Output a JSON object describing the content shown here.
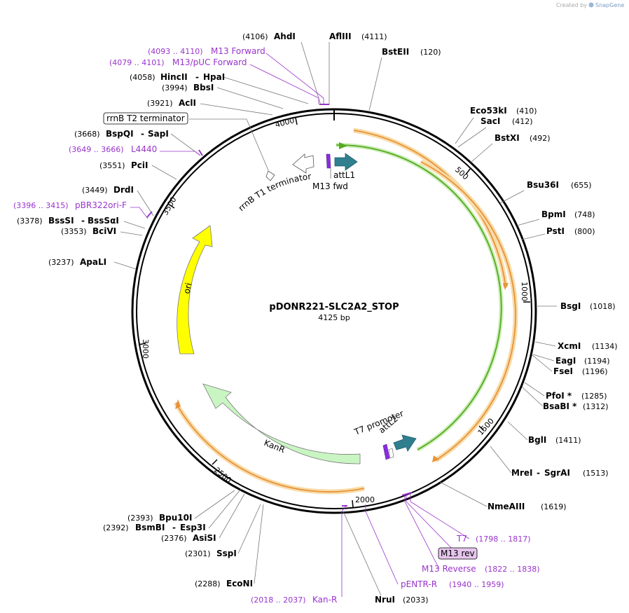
{
  "brand": "Created by",
  "brand_app": "SnapGene",
  "plasmid": {
    "name": "pDONR221-SLC2A2_STOP",
    "size": "4125 bp"
  },
  "ticks": [
    "500",
    "1000",
    "1500",
    "2000",
    "2500",
    "3000",
    "3500",
    "4000"
  ],
  "enzymes": [
    {
      "name": "AhdI",
      "pos": "(4106)"
    },
    {
      "name": "AflIII",
      "pos": "(4111)"
    },
    {
      "name": "BstEII",
      "pos": "(120)"
    },
    {
      "name": "Eco53kI",
      "pos": "(410)"
    },
    {
      "name": "SacI",
      "pos": "(412)"
    },
    {
      "name": "BstXI",
      "pos": "(492)"
    },
    {
      "name": "Bsu36I",
      "pos": "(655)"
    },
    {
      "name": "BpmI",
      "pos": "(748)"
    },
    {
      "name": "PstI",
      "pos": "(800)"
    },
    {
      "name": "BsgI",
      "pos": "(1018)"
    },
    {
      "name": "XcmI",
      "pos": "(1134)"
    },
    {
      "name": "EagI",
      "pos": "(1194)"
    },
    {
      "name": "FseI",
      "pos": "(1196)"
    },
    {
      "name": "PfoI *",
      "pos": "(1285)"
    },
    {
      "name": "BsaBI *",
      "pos": "(1312)"
    },
    {
      "name": "BglI",
      "pos": "(1411)"
    },
    {
      "name": "MreI",
      "name2": "SgrAI",
      "pos": "(1513)"
    },
    {
      "name": "NmeAIII",
      "pos": "(1619)"
    },
    {
      "name": "NruI",
      "pos": "(2033)"
    },
    {
      "name": "EcoNI",
      "pos": "(2288)"
    },
    {
      "name": "SspI",
      "pos": "(2301)"
    },
    {
      "name": "AsiSI",
      "pos": "(2376)"
    },
    {
      "name": "BsmBI",
      "name2": "Esp3I",
      "pos": "(2392)"
    },
    {
      "name": "Bpu10I",
      "pos": "(2393)"
    },
    {
      "name": "ApaLI",
      "pos": "(3237)"
    },
    {
      "name": "BciVI",
      "pos": "(3353)"
    },
    {
      "name": "BssSI",
      "name2": "BssSαI",
      "pos": "(3378)"
    },
    {
      "name": "DrdI",
      "pos": "(3449)"
    },
    {
      "name": "PciI",
      "pos": "(3551)"
    },
    {
      "name": "BspQI",
      "name2": "SapI",
      "pos": "(3668)"
    },
    {
      "name": "AclI",
      "pos": "(3921)"
    },
    {
      "name": "BbsI",
      "pos": "(3994)"
    },
    {
      "name": "HincII",
      "name2": "HpaI",
      "pos": "(4058)"
    }
  ],
  "primers": [
    {
      "name": "M13 Forward",
      "range": "(4093 .. 4110)"
    },
    {
      "name": "M13/pUC Forward",
      "range": "(4079 .. 4101)"
    },
    {
      "name": "L4440",
      "range": "(3649 .. 3666)"
    },
    {
      "name": "pBR322ori-F",
      "range": "(3396 .. 3415)"
    },
    {
      "name": "T7",
      "range": "(1798 .. 1817)"
    },
    {
      "name": "M13 rev",
      "range": ""
    },
    {
      "name": "M13 Reverse",
      "range": "(1822 .. 1838)"
    },
    {
      "name": "pENTR-R",
      "range": "(1940 .. 1959)"
    },
    {
      "name": "Kan-R",
      "range": "(2018 .. 2037)"
    }
  ],
  "features": {
    "rrnB_T2": "rrnB T2 terminator",
    "rrnB_T1": "rrnB T1 terminator",
    "attL1": "attL1",
    "m13fwd": "M13 fwd",
    "t7promoter": "T7 promoter",
    "attL2": "attL2",
    "kanr": "KanR",
    "ori": "ori"
  },
  "colors": {
    "orf_orange": "#e8923a",
    "orf_halo": "#f8dca8",
    "green": "#55aa22",
    "kanr": "#c9f5c2",
    "ori": "#ffff00",
    "att": "#2f7f8f",
    "primer": "#9933cc"
  }
}
